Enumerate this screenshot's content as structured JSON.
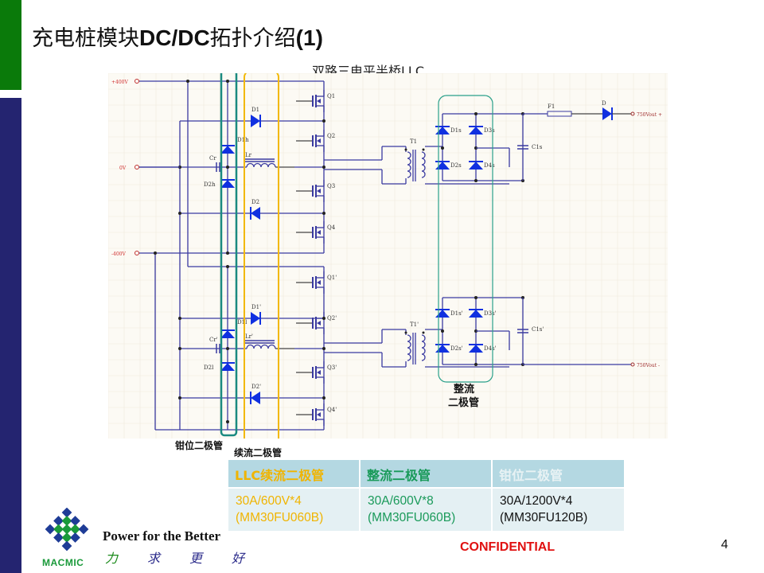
{
  "slide": {
    "title_prefix": "充电桩模块",
    "title_bold": "DC/DC",
    "title_suffix": "拓扑介绍",
    "title_number": "(1)",
    "subtitle": "双路三电平半桥LLC",
    "page_number": "4",
    "confidential": "CONFIDENTIAL"
  },
  "schematic": {
    "ports": {
      "plus400": "+400V",
      "zero": "0V",
      "minus400": "-400V",
      "vout_plus": "750Vout +",
      "vout_minus": "750Vout -"
    },
    "components": {
      "switches_top": [
        "Q1",
        "Q2",
        "Q3",
        "Q4"
      ],
      "switches_bottom": [
        "Q1'",
        "Q2'",
        "Q3'",
        "Q4'"
      ],
      "freewheel_diodes": [
        "D1",
        "D2",
        "D1'",
        "D2'"
      ],
      "clamp_diodes": [
        "D1h",
        "D2h",
        "D1l",
        "D2l"
      ],
      "resonant_caps": [
        "Cr",
        "Cr'"
      ],
      "inductors": [
        "Lr",
        "Lr'"
      ],
      "transformers": [
        "T1",
        "T1'"
      ],
      "rectifier_diodes_top": [
        "D1s",
        "D3s",
        "D2s",
        "D4s"
      ],
      "rectifier_diodes_bottom": [
        "D1s'",
        "D3s'",
        "D2s'",
        "D4s'"
      ],
      "output_caps": [
        "C1s",
        "C1s'"
      ],
      "fuse": "F1",
      "output_diode": "D"
    },
    "annotations": {
      "clamp": "钳位二极管",
      "freewheel": "续流二极管",
      "rectifier_line1": "整流",
      "rectifier_line2": "二极管"
    },
    "highlight_colors": {
      "clamp": "#1a8a80",
      "freewheel": "#f2b800",
      "rectifier": "#2aa08a"
    }
  },
  "table": {
    "headers": [
      {
        "label": "LLC续流二极管",
        "color": "#f0b400"
      },
      {
        "label": "整流二极管",
        "color": "#1a9a5a"
      },
      {
        "label": "钳位二极管",
        "color": "#e8f2f4"
      }
    ],
    "rows": [
      [
        {
          "line1": "30A/600V*4",
          "line2": "(MM30FU060B)",
          "color": "#f0b400"
        },
        {
          "line1": "30A/600V*8",
          "line2": "(MM30FU060B)",
          "color": "#1a9a5a"
        },
        {
          "line1": "30A/1200V*4",
          "line2": "(MM30FU120B)",
          "color": "#111111"
        }
      ]
    ]
  },
  "footer": {
    "brand": "MACMIC",
    "slogan": "Power for the Better",
    "slogan_cn": [
      "力",
      "求",
      "更",
      "好"
    ],
    "slogan_cn_colors": [
      "#1a8a1a",
      "#2a2a8a",
      "#2a2a8a",
      "#2a2a8a"
    ]
  }
}
